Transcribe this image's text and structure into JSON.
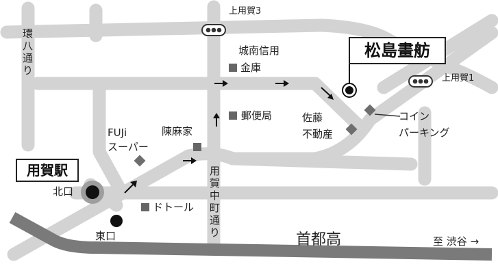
{
  "stations": {
    "main": "用賀駅",
    "north_exit": "北口",
    "east_exit": "東口"
  },
  "destination": {
    "name": "松島畫舫"
  },
  "roads": {
    "kanpachi": "環八通り",
    "yoga_nakamachi": "用賀中町通り",
    "jonan_shinyo": "城南信用",
    "expressway": "首都高",
    "to_shibuya": "至 渋谷 →"
  },
  "intersections": {
    "kamiyoga3": "上用賀3",
    "kamiyoga1": "上用賀1"
  },
  "landmarks": {
    "kinko": "金庫",
    "post_office": "郵便局",
    "fuji_super_line1": "FUJi",
    "fuji_super_line2": "スーパー",
    "chinmaya": "陳麻家",
    "doutor": "ドトール",
    "sato_line1": "佐藤",
    "sato_line2": "不動産",
    "coin_line1": "コイン",
    "coin_line2": "パーキング"
  },
  "colors": {
    "road": "#d3d3d3",
    "expressway": "#7a7a7a",
    "marker": "#666666",
    "text": "#222222"
  },
  "icons": {
    "signal": "traffic-signal-icon",
    "destination": "destination-marker-icon",
    "station": "station-dot-icon",
    "direction": "direction-arrow-icon",
    "landmark": "landmark-square-icon"
  }
}
